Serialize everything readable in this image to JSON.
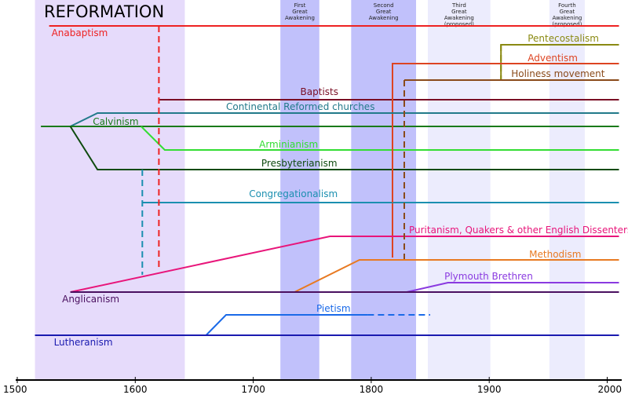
{
  "title": "REFORMATION",
  "axis": {
    "range": [
      1500,
      2010
    ],
    "ticks": [
      "1500",
      "1600",
      "1700",
      "1800",
      "1900",
      "2000"
    ]
  },
  "eras": [
    {
      "id": "reformation",
      "from": 1515,
      "to": 1642,
      "color": "#e6dbfb",
      "lines": []
    },
    {
      "id": "first",
      "from": 1723,
      "to": 1756,
      "color": "#c1c1fb",
      "lines": [
        "First",
        "Great",
        "Awakening"
      ]
    },
    {
      "id": "second",
      "from": 1783,
      "to": 1838,
      "color": "#c1c1fb",
      "lines": [
        "Second",
        "Great",
        "Awakening"
      ]
    },
    {
      "id": "third",
      "from": 1848,
      "to": 1901,
      "color": "#ececfd",
      "lines": [
        "Third",
        "Great",
        "Awakening",
        "(proposed)"
      ]
    },
    {
      "id": "fourth",
      "from": 1951,
      "to": 1981,
      "color": "#ececfd",
      "lines": [
        "Fourth",
        "Great",
        "Awakening",
        "(proposed)"
      ]
    }
  ],
  "traditions": [
    {
      "id": "anabaptism",
      "label": "Anabaptism",
      "color": "#ee2222"
    },
    {
      "id": "pentecostalism",
      "label": "Pentecostalism",
      "color": "#8a8a12"
    },
    {
      "id": "adventism",
      "label": "Adventism",
      "color": "#dd4422"
    },
    {
      "id": "holiness",
      "label": "Holiness movement",
      "color": "#8a4a1a"
    },
    {
      "id": "baptists",
      "label": "Baptists",
      "color": "#7a0e24"
    },
    {
      "id": "continental",
      "label": "Continental Reformed churches",
      "color": "#227a8a"
    },
    {
      "id": "calvinism",
      "label": "Calvinism",
      "color": "#1a7a1a"
    },
    {
      "id": "arminianism",
      "label": "Arminianism",
      "color": "#33dd33"
    },
    {
      "id": "presbyterianism",
      "label": "Presbyterianism",
      "color": "#0e4a0e"
    },
    {
      "id": "congregationalism",
      "label": "Congregationalism",
      "color": "#1b8fb0"
    },
    {
      "id": "puritanism",
      "label": "Puritanism, Quakers & other English Dissenters",
      "color": "#e8157a"
    },
    {
      "id": "methodism",
      "label": "Methodism",
      "color": "#e87a22"
    },
    {
      "id": "plymouth",
      "label": "Plymouth Brethren",
      "color": "#8a3ae0"
    },
    {
      "id": "anglicanism",
      "label": "Anglicanism",
      "color": "#4a1060"
    },
    {
      "id": "pietism",
      "label": "Pietism",
      "color": "#1a6ae8"
    },
    {
      "id": "lutheranism",
      "label": "Lutheranism",
      "color": "#1a1ab0"
    }
  ]
}
